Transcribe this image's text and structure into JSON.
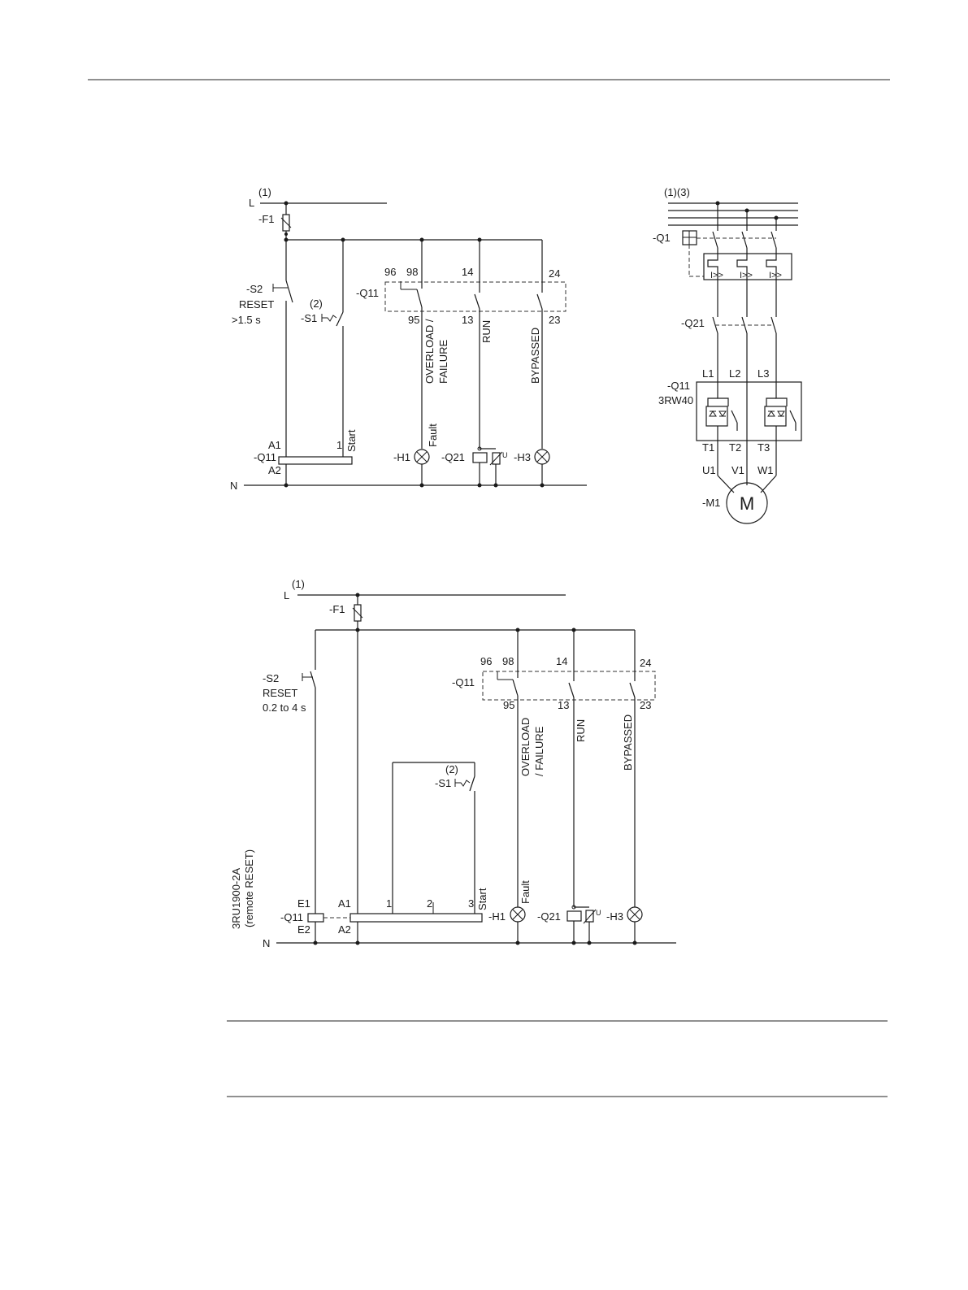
{
  "d1": {
    "note": "(1)",
    "L": "L",
    "N": "N",
    "F1": "-F1",
    "S2": "-S2",
    "reset": "RESET",
    "reset_time": ">1.5 s",
    "note2": "(2)",
    "S1": "-S1",
    "Q11": "-Q11",
    "c96": "96",
    "c98": "98",
    "c95": "95",
    "c14": "14",
    "c13": "13",
    "c24": "24",
    "c23": "23",
    "overload": "OVERLOAD /",
    "failure": "FAILURE",
    "run": "RUN",
    "bypassed": "BYPASSED",
    "A1": "A1",
    "A2": "A2",
    "one": "1",
    "start": "Start",
    "fault": "Fault",
    "H1": "-H1",
    "Q21": "-Q21",
    "u": "U",
    "H3": "-H3"
  },
  "d2": {
    "note": "(1)(3)",
    "Q1": "-Q1",
    "trip": "I>>",
    "Q21": "-Q21",
    "L1": "L1",
    "L2": "L2",
    "L3": "L3",
    "Q11": "-Q11",
    "model": "3RW40",
    "T1": "T1",
    "T2": "T2",
    "T3": "T3",
    "U1": "U1",
    "V1": "V1",
    "W1": "W1",
    "M1": "-M1",
    "motor": "M"
  },
  "d3": {
    "note": "(1)",
    "L": "L",
    "N": "N",
    "F1": "-F1",
    "S2": "-S2",
    "reset": "RESET",
    "reset_time": "0.2 to 4 s",
    "Q11": "-Q11",
    "c96": "96",
    "c98": "98",
    "c95": "95",
    "c14": "14",
    "c13": "13",
    "c24": "24",
    "c23": "23",
    "overload": "OVERLOAD",
    "failure": "/ FAILURE",
    "run": "RUN",
    "bypassed": "BYPASSED",
    "note2": "(2)",
    "S1": "-S1",
    "module": "3RU1900-2A",
    "module_note": "(remote RESET)",
    "E1": "E1",
    "E2": "E2",
    "A1": "A1",
    "A2": "A2",
    "one": "1",
    "two": "2",
    "three": "3",
    "start": "Start",
    "fault": "Fault",
    "H1": "-H1",
    "Q21": "-Q21",
    "u": "U",
    "H3": "-H3"
  }
}
